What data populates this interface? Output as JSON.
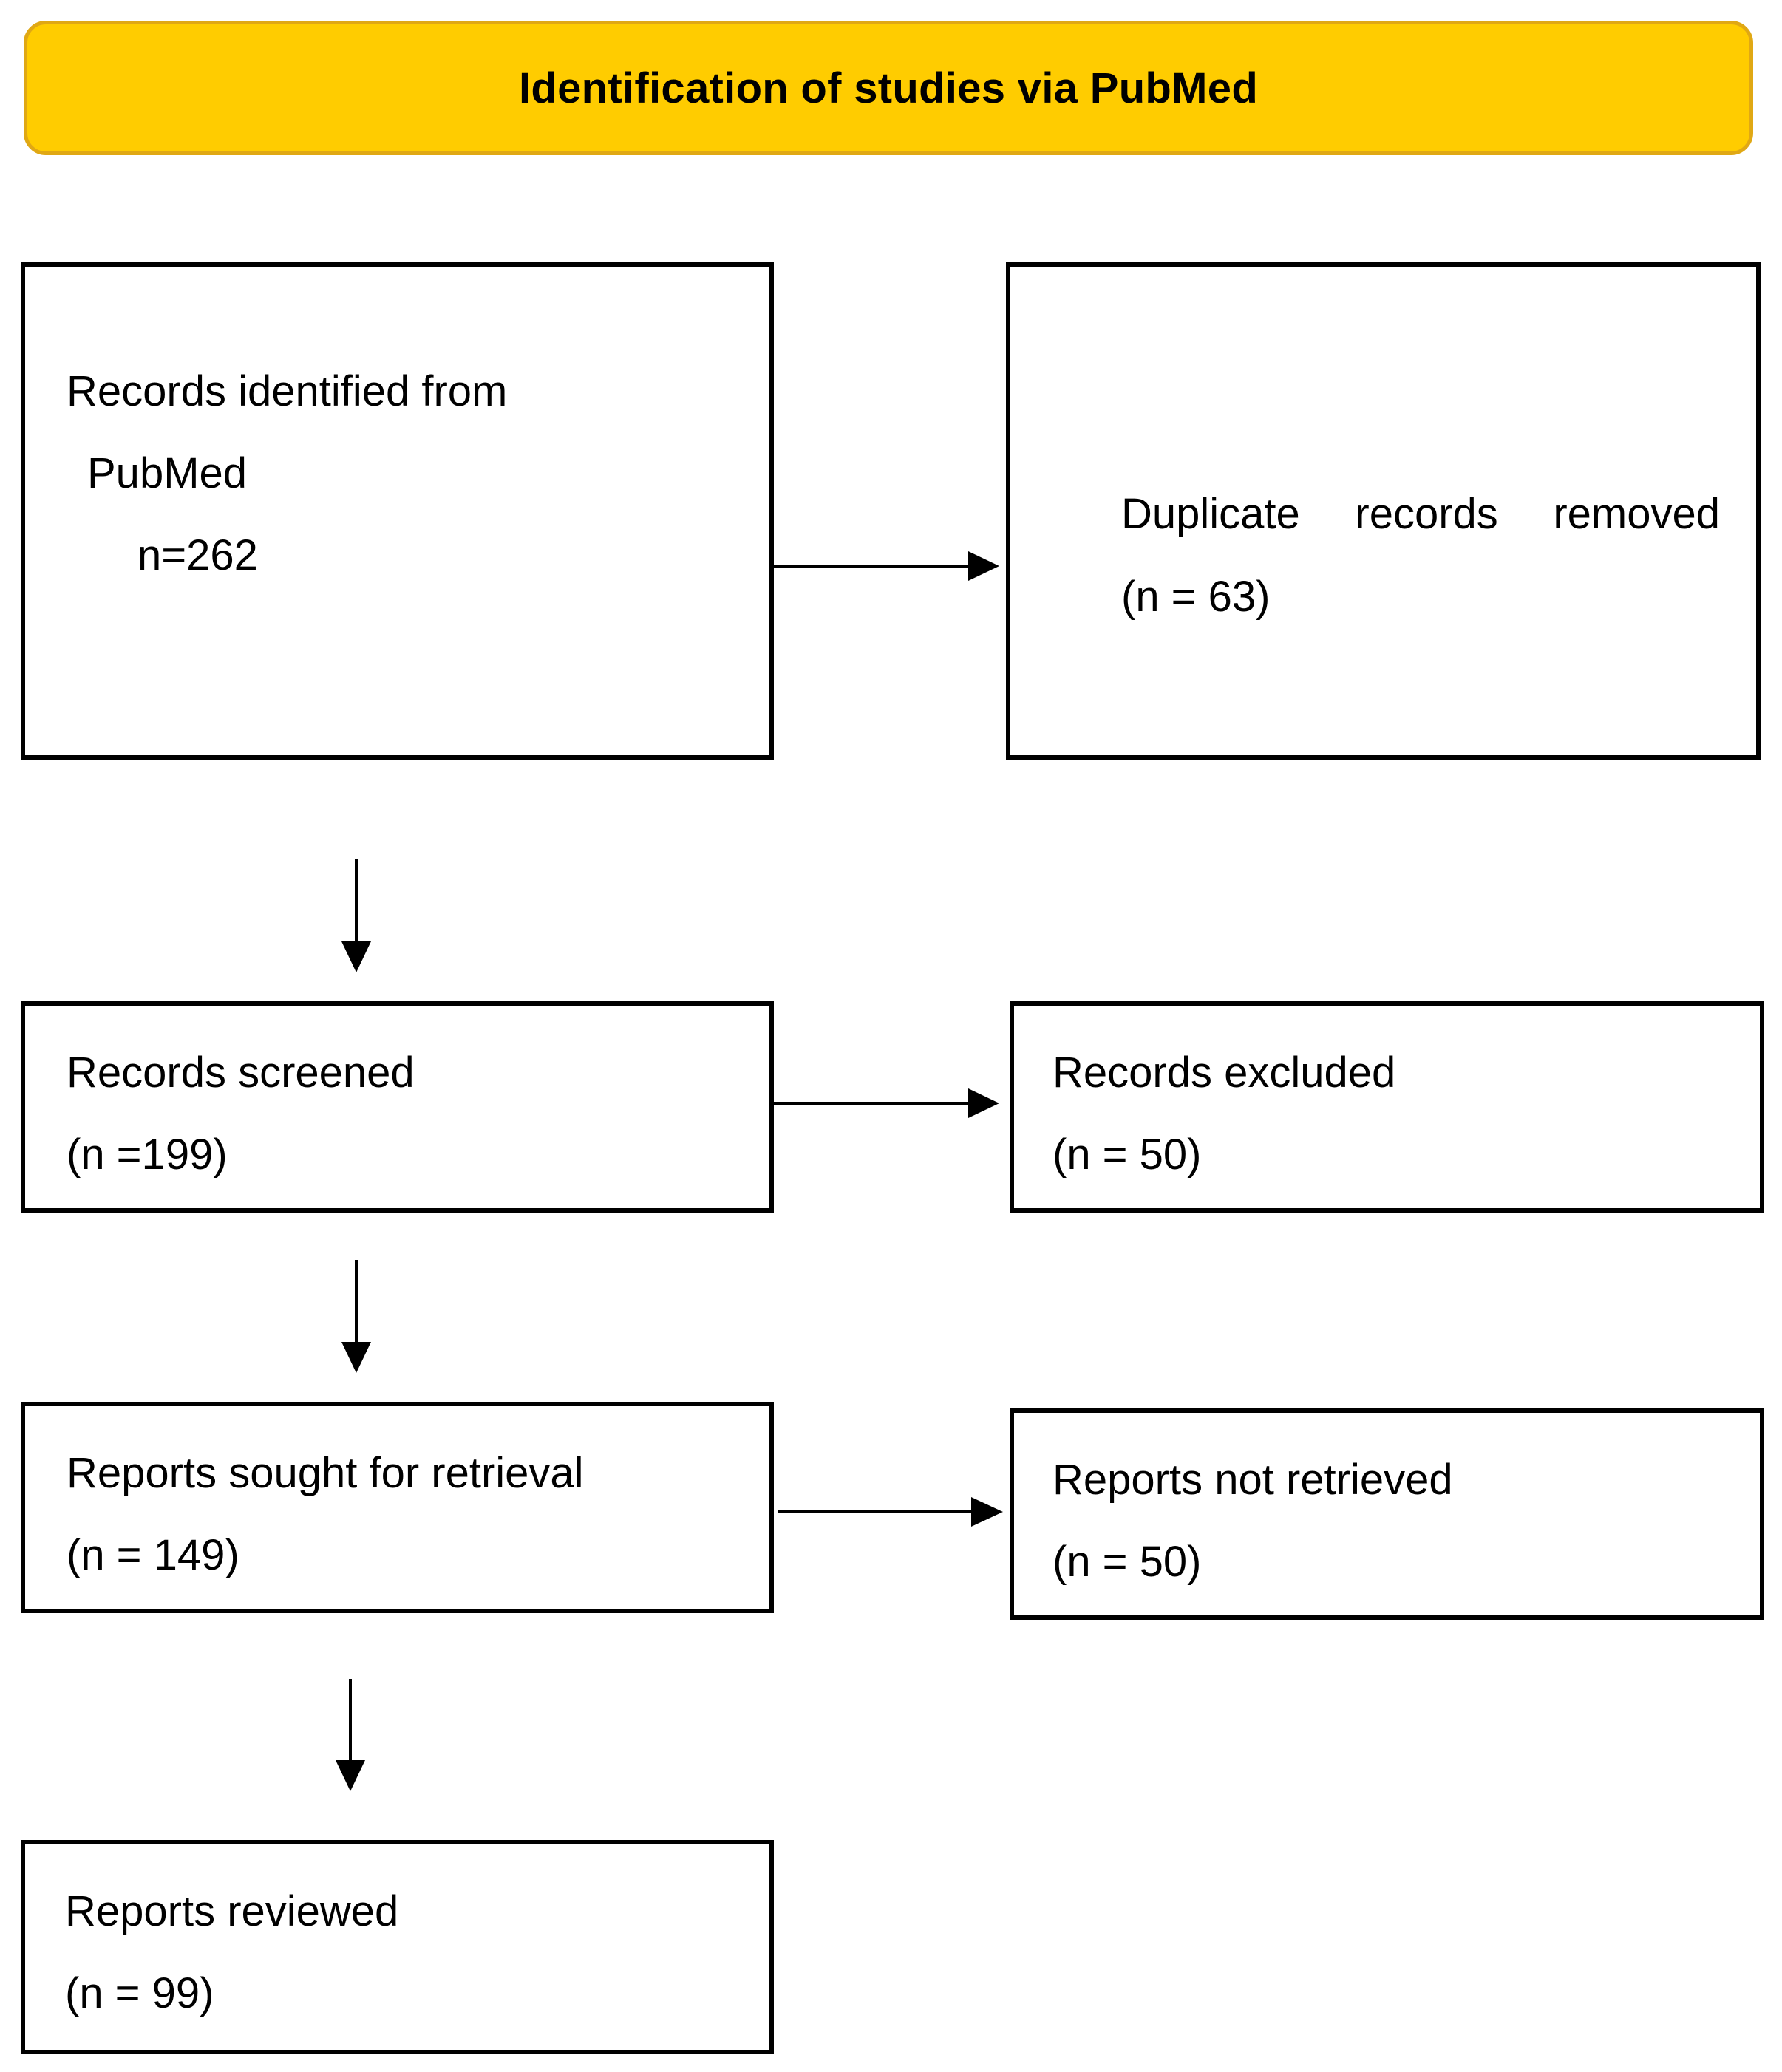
{
  "header": {
    "title": "Identification of studies via PubMed"
  },
  "boxes": {
    "identified": {
      "line1": "Records identified from",
      "line2": "PubMed",
      "line3": "n=262"
    },
    "duplicates": {
      "words": [
        "Duplicate",
        "records",
        "removed"
      ],
      "count": "(n = 63)"
    },
    "screened": {
      "label": "Records screened",
      "count": "(n =199)"
    },
    "excluded": {
      "label": "Records excluded",
      "count": "(n = 50)"
    },
    "sought": {
      "label": "Reports sought for retrieval",
      "count": "(n = 149)"
    },
    "not_retrieved": {
      "label": "Reports not retrieved",
      "count": "(n = 50)"
    },
    "reviewed": {
      "label": "Reports reviewed",
      "count": "(n = 99)"
    }
  }
}
